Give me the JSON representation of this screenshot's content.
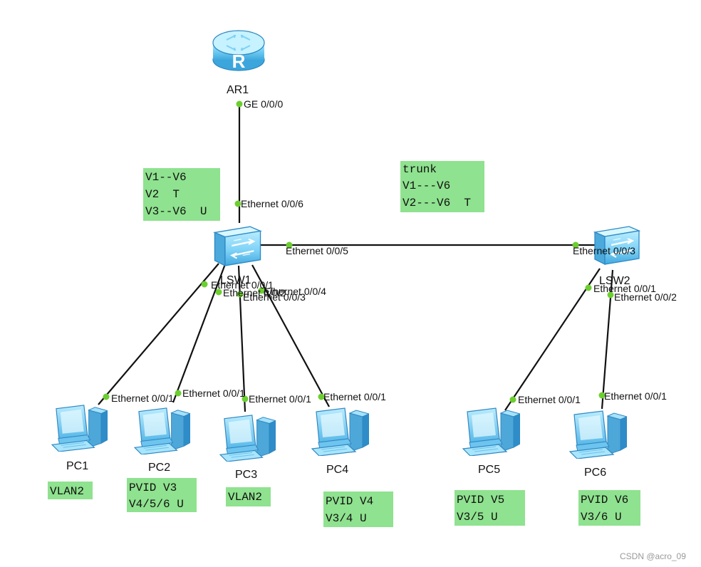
{
  "devices": {
    "router": {
      "name": "AR1",
      "icon": "router-icon"
    },
    "switch1": {
      "name": "LSW1",
      "icon": "switch-icon"
    },
    "switch2": {
      "name": "LSW2",
      "icon": "switch-icon"
    },
    "pcs": [
      {
        "name": "PC1",
        "icon": "pc-icon"
      },
      {
        "name": "PC2",
        "icon": "pc-icon"
      },
      {
        "name": "PC3",
        "icon": "pc-icon"
      },
      {
        "name": "PC4",
        "icon": "pc-icon"
      },
      {
        "name": "PC5",
        "icon": "pc-icon"
      },
      {
        "name": "PC6",
        "icon": "pc-icon"
      }
    ]
  },
  "ports": {
    "ar1_ge000": "GE 0/0/0",
    "lsw1_e006": "Ethernet 0/0/6",
    "lsw1_e005": "Ethernet 0/0/5",
    "lsw2_e003": "Ethernet 0/0/3",
    "lsw1_e001": "Ethernet 0/0/1",
    "lsw1_e002": "Ethernet 0/0/2",
    "lsw1_e003": "Ethernet 0/0/3",
    "lsw1_e004": "Ethernet 0/0/4",
    "lsw2_e001": "Ethernet 0/0/1",
    "lsw2_e002": "Ethernet 0/0/2",
    "pc1_e001": "Ethernet 0/0/1",
    "pc2_e001": "Ethernet 0/0/1",
    "pc3_e001": "Ethernet 0/0/1",
    "pc4_e001": "Ethernet 0/0/1",
    "pc5_e001": "Ethernet 0/0/1",
    "pc6_e001": "Ethernet 0/0/1"
  },
  "notes": {
    "lsw1_uplink": [
      "V1--V6",
      "V2  T",
      "V3--V6  U"
    ],
    "trunk": [
      "trunk",
      "V1---V6",
      "V2---V6  T"
    ],
    "pc1": [
      "VLAN2"
    ],
    "pc2": [
      "PVID V3",
      "V4/5/6 U"
    ],
    "pc3": [
      "VLAN2"
    ],
    "pc4": [
      "PVID V4",
      "V3/4 U"
    ],
    "pc5": [
      "PVID V5",
      "V3/5 U"
    ],
    "pc6": [
      "PVID V6",
      "V3/6 U"
    ]
  },
  "watermark": "CSDN @acro_09",
  "colors": {
    "note_background": "#8fe28f",
    "port_dot": "#6ccf2f",
    "device_blue": "#6ec9f2"
  }
}
